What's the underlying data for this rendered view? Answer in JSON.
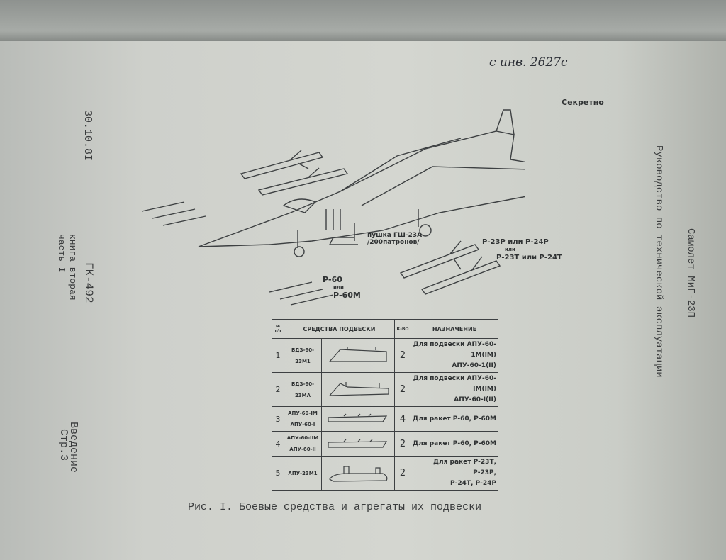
{
  "handwritten_note": "с инв. 2627с",
  "classification": "Секретно",
  "left_margin": {
    "date": "30.10.8I",
    "doc_code": "ГК-492",
    "book": "книга вторая",
    "part": "часть I",
    "section": "Введение",
    "page": "Стр.3"
  },
  "right_margin": {
    "aircraft": "Самолет МиГ-23П",
    "manual_title": "Руководство по технической эксплуатации"
  },
  "figure_labels": {
    "gun_line1": "пушка ГШ-23А",
    "gun_line2": "/200патронов/",
    "r23_line1": "Р-23Р или Р-24Р",
    "r23_or": "или",
    "r23_line2": "Р-23Т или Р-24Т",
    "r60_line1": "Р-60",
    "r60_or": "или",
    "r60_line2": "Р-60М"
  },
  "table": {
    "headers": {
      "num": "№ п/п",
      "means": "СРЕДСТВА ПОДВЕСКИ",
      "qty": "К-ВО",
      "purpose": "НАЗНАЧЕНИЕ"
    },
    "rows": [
      {
        "num": "1",
        "name": "БДЗ-60-23М1",
        "name2": "",
        "qty": "2",
        "purpose1": "Для подвески АПУ-60-1М(ІМ)",
        "purpose2": "АПУ-60-1(ІІ)"
      },
      {
        "num": "2",
        "name": "БДЗ-60-23МА",
        "name2": "",
        "qty": "2",
        "purpose1": "Для подвески АПУ-60-IМ(ІМ)",
        "purpose2": "АПУ-60-I(ІІ)"
      },
      {
        "num": "3",
        "name": "АПУ-60-IМ",
        "name2": "АПУ-60-I",
        "qty": "4",
        "purpose1": "Для ракет Р-60, Р-60М",
        "purpose2": ""
      },
      {
        "num": "4",
        "name": "АПУ-60-IIМ",
        "name2": "АПУ-60-II",
        "qty": "2",
        "purpose1": "Для ракет Р-60, Р-60М",
        "purpose2": ""
      },
      {
        "num": "5",
        "name": "АПУ-23М1",
        "name2": "",
        "qty": "2",
        "purpose1": "Для ракет Р-23Т, Р-23Р,",
        "purpose2": "Р-24Т, Р-24Р"
      }
    ]
  },
  "caption": "Рис. I. Боевые средства и агрегаты их подвески"
}
